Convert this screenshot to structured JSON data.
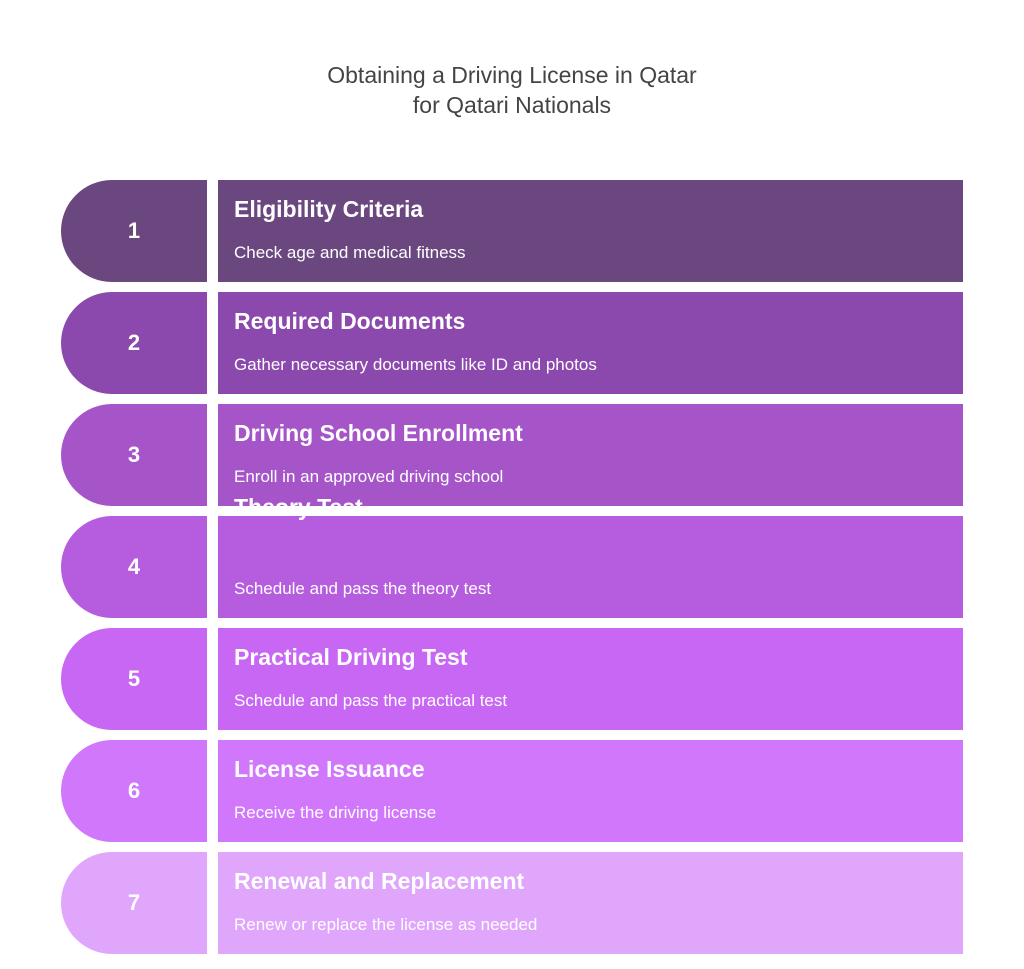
{
  "title": {
    "line1": "Obtaining a Driving License in Qatar",
    "line2": "for Qatari Nationals"
  },
  "steps": [
    {
      "number": "1",
      "title": "Eligibility Criteria",
      "description": "Check age and medical fitness",
      "color": "#6b4780"
    },
    {
      "number": "2",
      "title": "Required Documents",
      "description": "Gather necessary documents like ID and photos",
      "color": "#8b48ad"
    },
    {
      "number": "3",
      "title": "Driving School Enrollment",
      "description": "Enroll in an approved driving school",
      "color": "#a555c8"
    },
    {
      "number": "4",
      "title": "Theory Test",
      "description": "Schedule and pass the theory test",
      "color": "#b65ddf"
    },
    {
      "number": "5",
      "title": "Practical Driving Test",
      "description": "Schedule and pass the practical test",
      "color": "#c767f3"
    },
    {
      "number": "6",
      "title": "License Issuance",
      "description": "Receive the driving license",
      "color": "#d077fb"
    },
    {
      "number": "7",
      "title": "Renewal and Replacement",
      "description": "Renew or replace the license as needed",
      "color": "#dfa6fc"
    }
  ]
}
